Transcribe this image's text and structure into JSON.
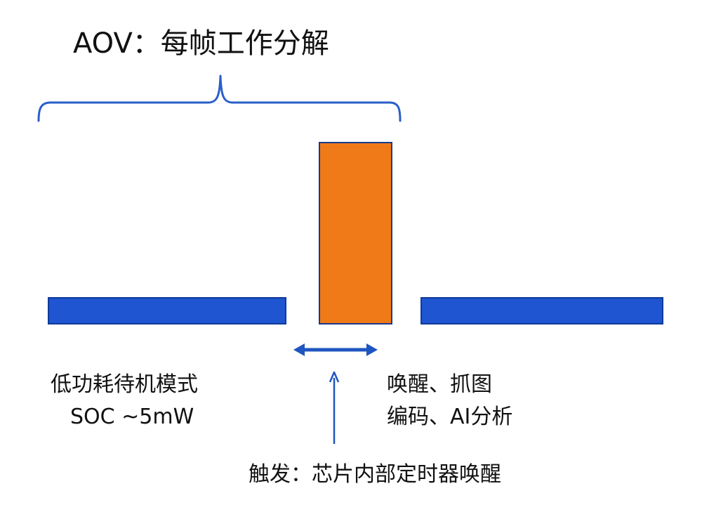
{
  "title": "AOV：每帧工作分解",
  "standby_label": {
    "line1": "低功耗待机模式",
    "line2": "SOC ~5mW"
  },
  "wake_label": {
    "line1": "唤醒、抓图",
    "line2": "编码、AI分析"
  },
  "trigger_label": "触发：芯片内部定时器唤醒",
  "colors": {
    "low_power_bar": "#1f55d0",
    "active_bar": "#f07a18",
    "bracket": "#2a5fc8",
    "arrow": "#1f55c0",
    "bar_border": "#0f3a9a",
    "active_border": "#1a3a8a"
  }
}
